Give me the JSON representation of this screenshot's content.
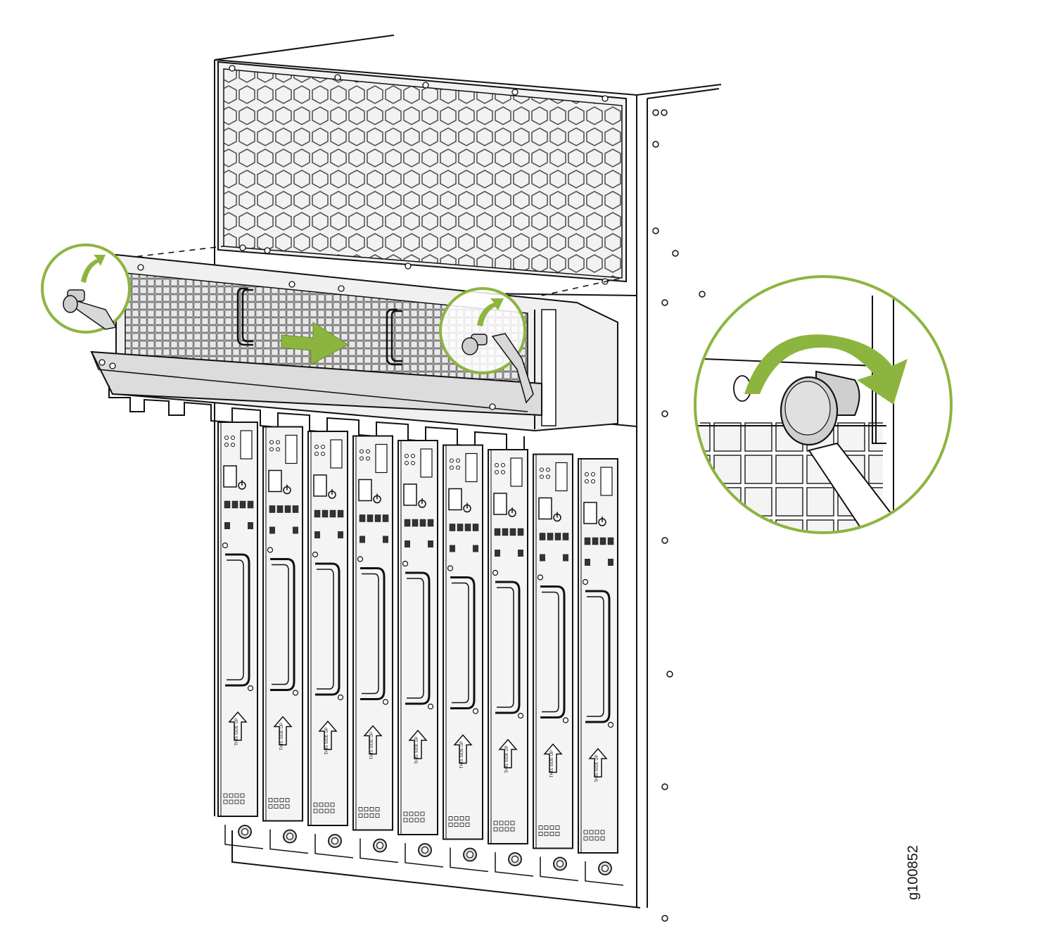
{
  "figure": {
    "id": "g100852",
    "card_label": "THIS SIDE UP",
    "card_count": 9,
    "colors": {
      "accent": "#8cb540",
      "line": "#111111",
      "panel_fill": "#f2f2f2",
      "grille": "#d9d9d9",
      "knob": "#cfcfcf"
    },
    "icons": {
      "direction_arrow": "insertion-direction-arrow-icon",
      "rotate_arrow": "rotate-arrow-icon",
      "screw": "captive-screw-icon",
      "power": "power-icon"
    }
  }
}
